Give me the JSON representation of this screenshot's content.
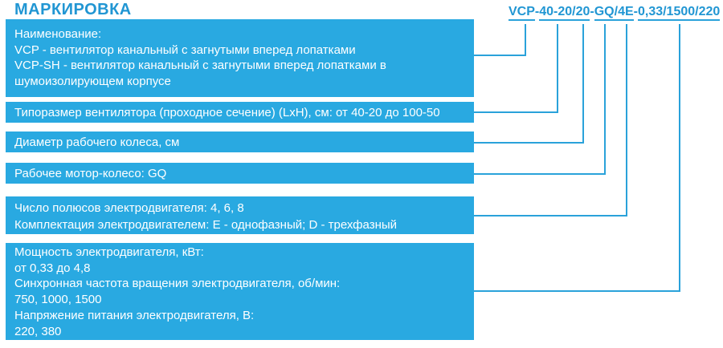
{
  "page": {
    "title": "МАРКИРОВКА"
  },
  "code": {
    "full": "VCP-40-20/20-GQ/4E-0,33/1500/220",
    "segments": [
      "VCP",
      "40-20/20",
      "GQ/4E",
      "0,33/1500/220"
    ],
    "separator": "-"
  },
  "colors": {
    "box_fill_blue": "#29a9e1",
    "accent_blue": "#2196d3",
    "connector_blue": "#2aa2da",
    "box_text": "#ffffff"
  },
  "boxes": [
    {
      "id": "designation",
      "lines": [
        "Наименование:",
        "VCP - вентилятор канальный с загнутыми вперед лопатками",
        "VCP-SH - вентилятор канальный с загнутыми вперед лопатками в",
        "шумоизолирующем корпусе"
      ]
    },
    {
      "id": "size",
      "lines": [
        "Типоразмер вентилятора (проходное сечение) (LxH), см: от 40-20 до 100-50"
      ]
    },
    {
      "id": "impeller-diameter",
      "lines": [
        "Диаметр рабочего колеса, см"
      ]
    },
    {
      "id": "motor-wheel",
      "lines": [
        "Рабочее мотор-колесо: GQ"
      ]
    },
    {
      "id": "poles-configuration",
      "lines": [
        "Число полюсов электродвигателя: 4, 6, 8",
        "Комплектация электродвигателем: E - однофазный; D - трехфазный"
      ]
    },
    {
      "id": "power-speed-voltage",
      "lines": [
        "Мощность электродвигателя, кВт:",
        "от 0,33 до 4,8",
        "Синхронная частота вращения электродвигателя, об/мин:",
        "750, 1000, 1500",
        "Напряжение питания электродвигателя, В:",
        "220, 380"
      ]
    }
  ]
}
